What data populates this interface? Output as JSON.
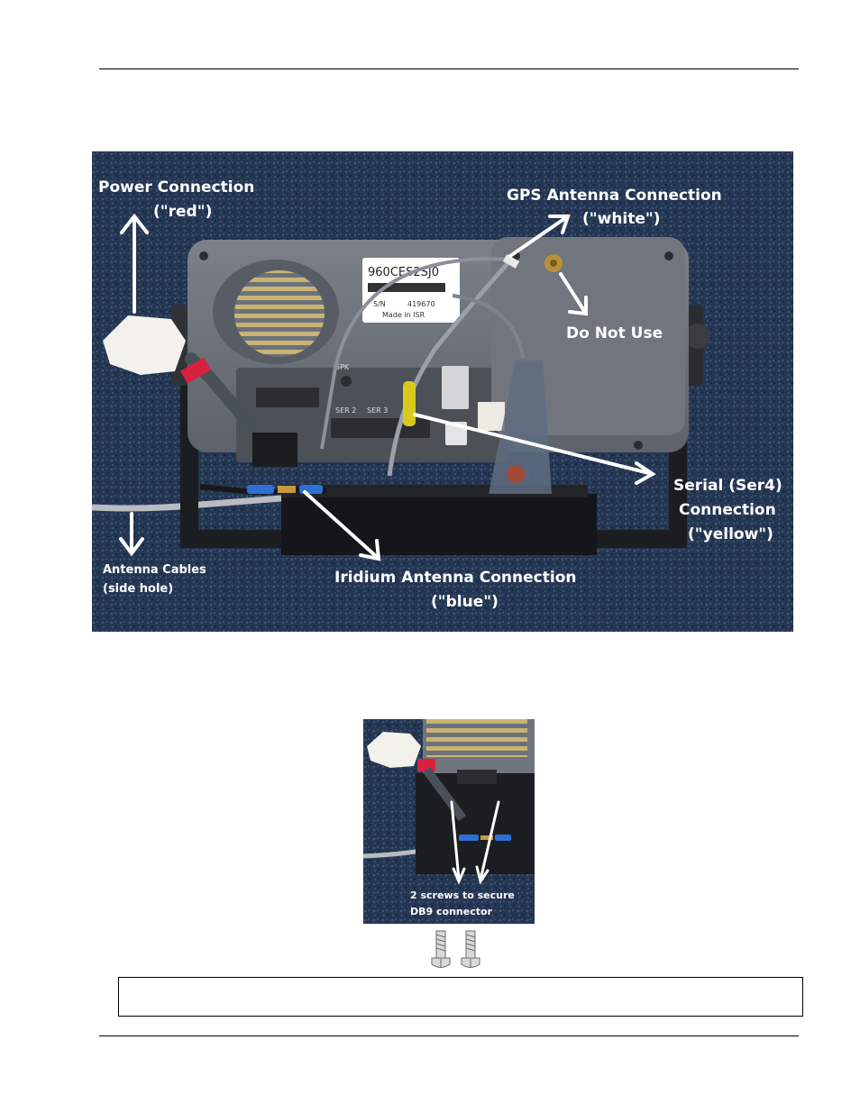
{
  "main_photo": {
    "power_label_line1": "Power Connection",
    "power_label_line2": "(\"red\")",
    "gps_label_line1": "GPS Antenna Connection",
    "gps_label_line2": "(\"white\")",
    "do_not_use_label": "Do Not Use",
    "serial_label_line1": "Serial (Ser4)",
    "serial_label_line2": "Connection",
    "serial_label_line3": "(\"yellow\")",
    "antenna_cables_line1": "Antenna Cables",
    "antenna_cables_line2": "(side hole)",
    "iridium_label_line1": "Iridium Antenna Connection",
    "iridium_label_line2": "(\"blue\")",
    "device_model_text": "960CES2SJ0",
    "device_sn_label": "S/N",
    "device_sn_value": "419670",
    "device_made_in": "Made in ISR",
    "port_spk": "SPK",
    "port_ser2": "SER 2",
    "port_ser3": "SER 3"
  },
  "detail_photo": {
    "caption_line1": "2 screws to secure",
    "caption_line2": "DB9 connector"
  }
}
